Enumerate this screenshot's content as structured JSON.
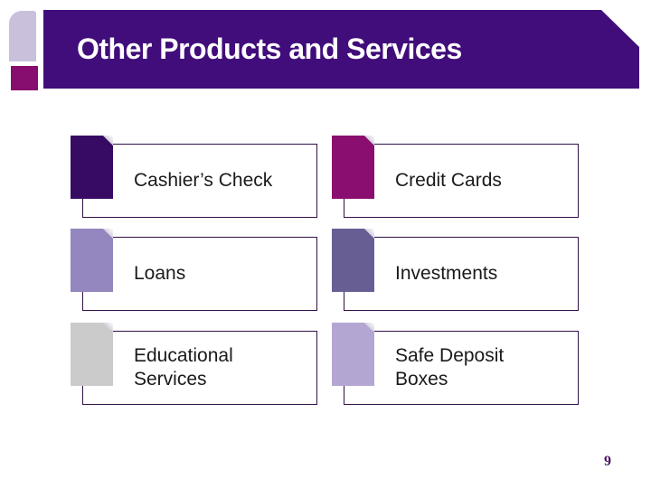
{
  "slide": {
    "title": "Other Products and Services",
    "page_number": "9"
  },
  "colors": {
    "header_bar": "#410d7a",
    "deco_lavender": "#c9c0db",
    "deco_magenta": "#870d6e",
    "panel_border": "#331049",
    "label_text": "#1a1a1a",
    "page_number_text": "#4b1163"
  },
  "cards": [
    {
      "label": "Cashier’s Check",
      "square_color": "#370a63"
    },
    {
      "label": "Credit Cards",
      "square_color": "#8a0e70"
    },
    {
      "label": "Loans",
      "square_color": "#9486be"
    },
    {
      "label": "Investments",
      "square_color": "#675e94"
    },
    {
      "label": "Educational Services",
      "square_color": "#cbcbcb"
    },
    {
      "label": "Safe Deposit Boxes",
      "square_color": "#b4a6d2"
    }
  ]
}
